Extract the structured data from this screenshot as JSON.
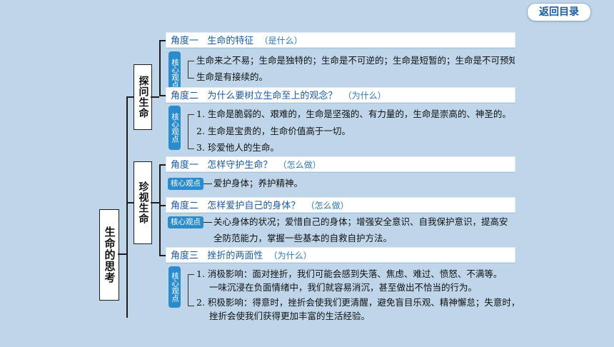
{
  "nav": {
    "back_label": "返回目录"
  },
  "tree": {
    "root": "生命的思考",
    "sec1": {
      "title": "探问生命",
      "a1": {
        "angle": "角度一",
        "topic": "生命的特征",
        "hint": "（是什么）"
      },
      "a1_badge": "核心观点",
      "a1_points": [
        "生命来之不易；生命是独特的；生命是不可逆的；生命是短暂的；生命是不可预知的",
        "生命是有接续的。"
      ],
      "a2": {
        "angle": "角度二",
        "topic": "为什么要树立生命至上的观念？",
        "hint": "（为什么）"
      },
      "a2_badge": "核心观点",
      "a2_points": [
        "1. 生命是脆弱的、艰难的，生命是坚强的、有力量的，生命是崇高的、神圣的。",
        "2. 生命是宝贵的，生命价值高于一切。",
        "3. 珍爱他人的生命。"
      ]
    },
    "sec2": {
      "title": "珍视生命",
      "b1": {
        "angle": "角度一",
        "topic": "怎样守护生命？",
        "hint": "（怎么做）"
      },
      "b1_badge": "核心观点",
      "b1_text": "爱护身体；养护精神。",
      "b2": {
        "angle": "角度二",
        "topic": "怎样爱护自己的身体？",
        "hint": "（怎么做）"
      },
      "b2_badge": "核心观点",
      "b2_lines": [
        "关心身体的状况；爱惜自己的身体；增强安全意识、自我保护意识，提高安",
        "全防范能力，掌握一些基本的自救自护方法。"
      ],
      "b3": {
        "angle": "角度三",
        "topic": "挫折的两面性",
        "hint": "（为什么）"
      },
      "b3_badge": "核心观点",
      "b3_lines": [
        "1. 消极影响：面对挫折，我们可能会感到失落、焦虑、难过、愤怒、不满等。",
        "一味沉浸在负面情绪中，我们就容易消沉，甚至做出不恰当的行为。",
        "2. 积极影响：得意时，挫折会使我们更清醒，避免盲目乐观、精神懈怠；失意时，",
        "挫折会使我们获得更加丰富的生活经验。"
      ]
    }
  }
}
